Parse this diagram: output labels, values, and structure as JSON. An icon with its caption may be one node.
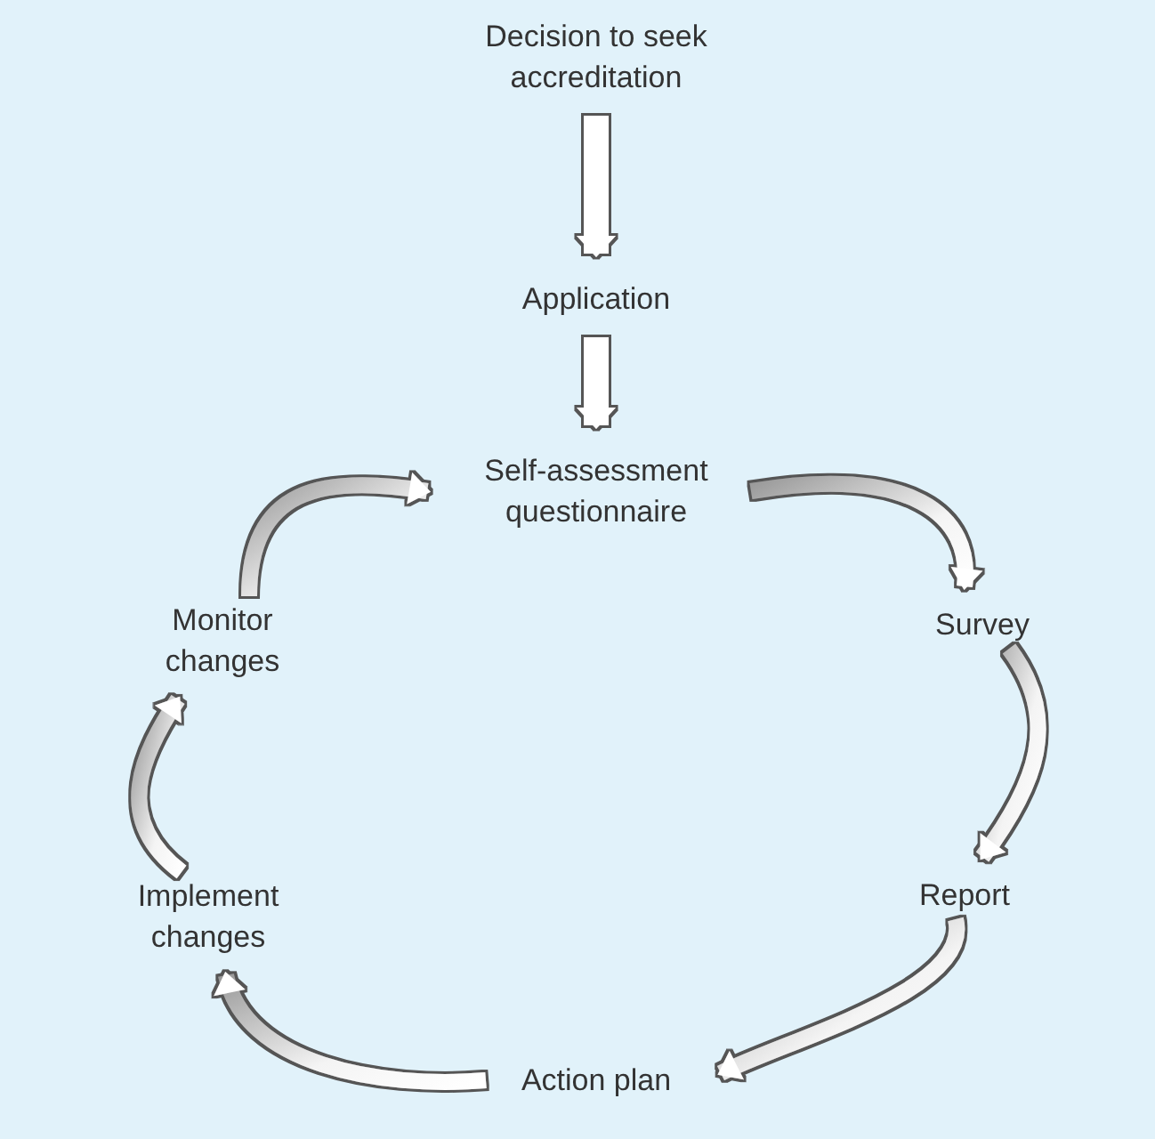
{
  "diagram": {
    "nodes": [
      {
        "text": [
          "Decision to seek accreditation"
        ]
      },
      {
        "text": [
          "Application"
        ]
      },
      {
        "text": [
          "Self-assessment questionnaire"
        ]
      },
      {
        "text": [
          "Survey"
        ]
      },
      {
        "text": [
          "Report"
        ]
      },
      {
        "text": [
          "Action plan"
        ]
      },
      {
        "text": [
          "Implement changes"
        ]
      },
      {
        "text": [
          "Monitor changes"
        ]
      }
    ],
    "edges": [
      {
        "from": 0,
        "to": 1,
        "arrow": "to"
      },
      {
        "from": 1,
        "to": 2,
        "arrow": "to"
      },
      {
        "from": 2,
        "to": 3,
        "arrow": "to"
      },
      {
        "from": 3,
        "to": 4,
        "arrow": "to"
      },
      {
        "from": 4,
        "to": 5,
        "arrow": "to"
      },
      {
        "from": 5,
        "to": 6,
        "arrow": "to"
      },
      {
        "from": 6,
        "to": 7,
        "arrow": "to"
      },
      {
        "from": 7,
        "to": 2,
        "arrow": "to"
      }
    ]
  }
}
